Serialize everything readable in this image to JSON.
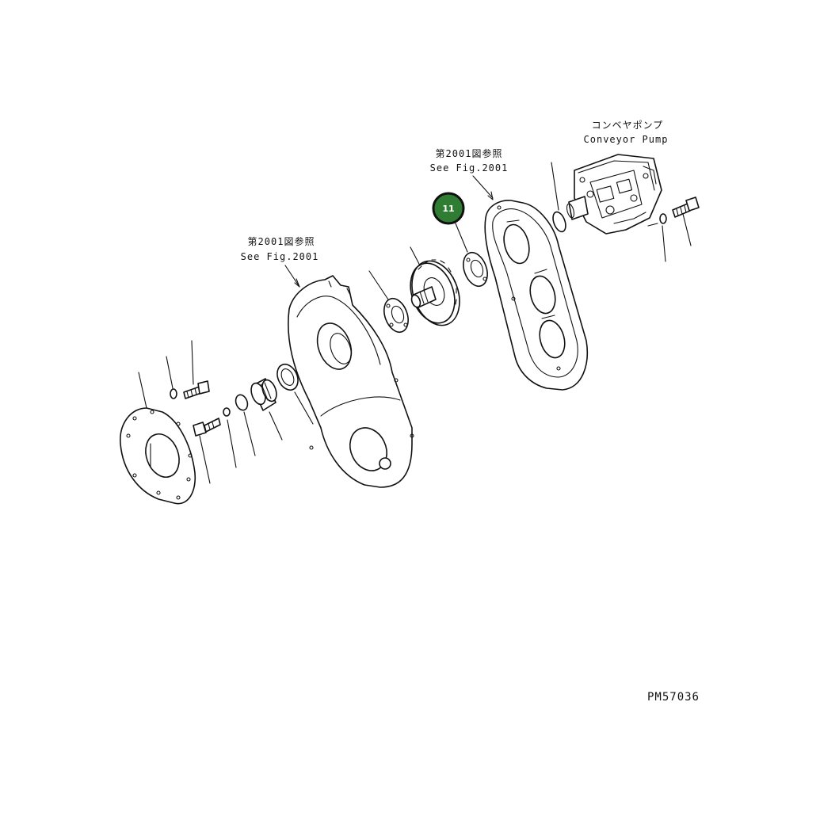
{
  "drawing": {
    "code": "PM57036",
    "conveyor_pump": {
      "label_jp": "コンベヤポンプ",
      "label_en": "Conveyor Pump"
    },
    "ref_upper": {
      "label_jp": "第2001図参照",
      "label_en": "See Fig.2001"
    },
    "ref_left": {
      "label_jp": "第2001図参照",
      "label_en": "See Fig.2001"
    },
    "callouts": [
      {
        "number": "11",
        "color": "#2e7d32"
      }
    ]
  }
}
